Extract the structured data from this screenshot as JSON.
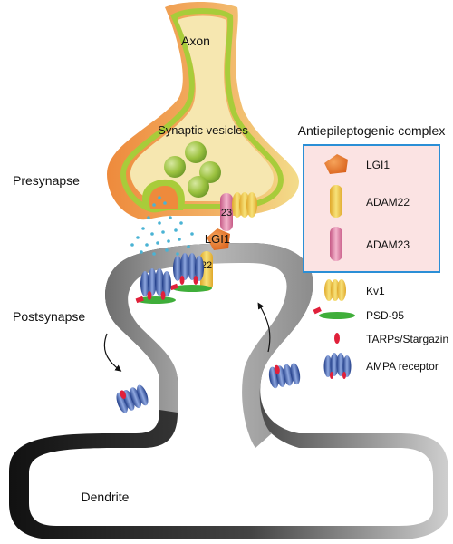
{
  "labels": {
    "axon": "Axon",
    "synaptic_vesicles": "Synaptic vesicles",
    "presynapse": "Presynapse",
    "postsynapse": "Postsynapse",
    "dendrite": "Dendrite",
    "adam23_short": "23",
    "lgi1_short": "LGI1",
    "adam22_short": "22"
  },
  "complex_box": {
    "title": "Antiepileptogenic complex",
    "items": [
      {
        "label": "LGI1",
        "icon": "lgi1-pentagon-icon",
        "color": "#e8742a"
      },
      {
        "label": "ADAM22",
        "icon": "adam22-capsule-icon",
        "color": "#f2c63a"
      },
      {
        "label": "ADAM23",
        "icon": "adam23-capsule-icon",
        "color": "#e07aa0"
      }
    ],
    "border_color": "#2b8fd6",
    "fill_color": "#fbe3e3"
  },
  "legend": [
    {
      "label": "Kv1",
      "icon": "kv1-channel-icon"
    },
    {
      "label": "PSD-95",
      "icon": "psd95-icon"
    },
    {
      "label": "TARPs/Stargazin",
      "icon": "tarp-icon"
    },
    {
      "label": "AMPA receptor",
      "icon": "ampa-receptor-icon"
    }
  ],
  "colors": {
    "axon_orange": "#ee8a3c",
    "axon_green": "#a8cc3a",
    "axon_yellow": "#f3dc8a",
    "vesicle_green": "#8fb83a",
    "neurotransmitter": "#4ab3d4",
    "spine_gray": "#8a8a8a",
    "dendrite_dark": "#1a1a1a",
    "ampa_blue": "#2c4fa3",
    "psd95_green": "#3fae3a",
    "tarp_red": "#e0203a"
  }
}
